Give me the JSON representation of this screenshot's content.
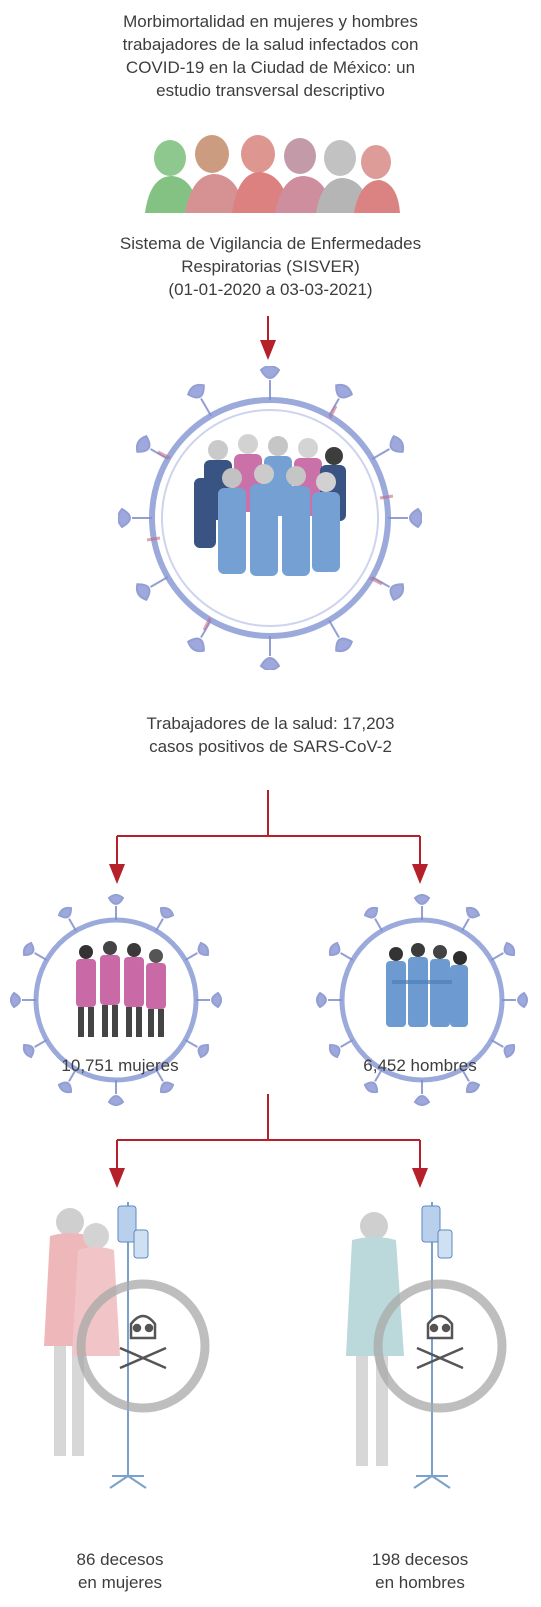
{
  "title": "Morbimortalidad en mujeres y hombres\ntrabajadores de la salud infectados con\nCOVID-19 en la Ciudad de México: un\nestudio transversal descriptivo",
  "source": "Sistema de Vigilancia de Enfermedades\nRespiratorias (SISVER)\n(01-01-2020 a 03-03-2021)",
  "total_cases": "Trabajadores de la salud: 17,203\ncasos positivos de SARS-CoV-2",
  "women_cases": "10,751 mujeres",
  "men_cases": "6,452 hombres",
  "women_deaths": "86 decesos\nen mujeres",
  "men_deaths": "198 decesos\nen hombres",
  "colors": {
    "arrow": "#b5202a",
    "virus": "#7f8fcc",
    "virus_spike": "#9a7fc4",
    "women": "#c96aa6",
    "men": "#6d9bd1",
    "death_women": "#e4898f",
    "death_men": "#8fc1c4",
    "skull_ring": "#a8a8a8"
  },
  "icons": [
    "health-workers-group-icon",
    "virus-with-health-workers-icon",
    "virus-with-women-icon",
    "virus-with-men-icon",
    "deceased-women-icon",
    "deceased-men-icon"
  ]
}
